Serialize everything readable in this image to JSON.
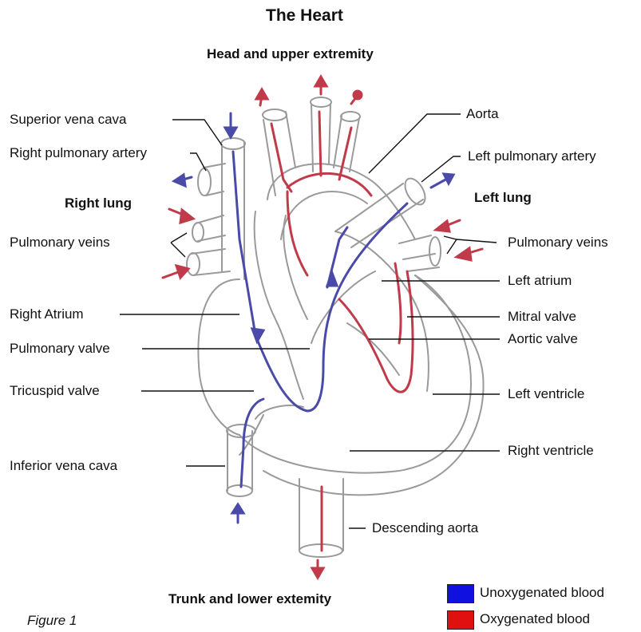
{
  "title": "The Heart",
  "directions": {
    "top": "Head and upper extremity",
    "bottom": "Trunk and lower extemity",
    "left_lung": "Left lung",
    "right_lung": "Right lung"
  },
  "labels": {
    "superior_vena_cava": "Superior vena cava",
    "right_pulmonary_artery": "Right pulmonary artery",
    "pulmonary_veins_right": "Pulmonary veins",
    "right_atrium": "Right Atrium",
    "pulmonary_valve": "Pulmonary valve",
    "tricuspid_valve": "Tricuspid valve",
    "inferior_vena_cava": "Inferior vena cava",
    "aorta": "Aorta",
    "left_pulmonary_artery": "Left pulmonary artery",
    "pulmonary_veins_left": "Pulmonary veins",
    "left_atrium": "Left atrium",
    "mitral_valve": "Mitral valve",
    "aortic_valve": "Aortic valve",
    "left_ventricle": "Left ventricle",
    "right_ventricle": "Right ventricle",
    "descending_aorta": "Descending aorta"
  },
  "legend": [
    {
      "label": "Unoxygenated blood",
      "color": "#1010e0"
    },
    {
      "label": "Oxygenated blood",
      "color": "#e01010"
    }
  ],
  "figure_caption": "Figure 1",
  "colors": {
    "outline": "#9a9a9a",
    "unoxygenated": "#4a4aa8",
    "oxygenated": "#c03a4a"
  }
}
